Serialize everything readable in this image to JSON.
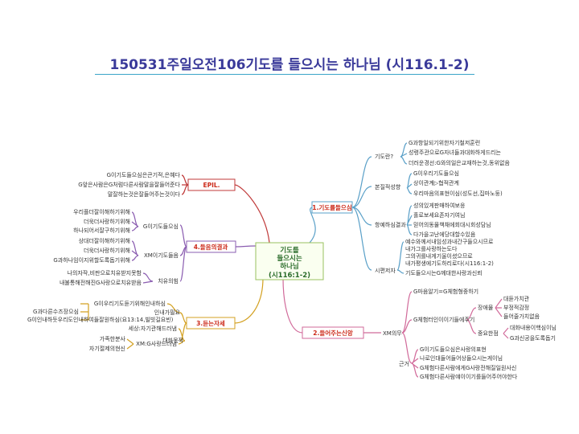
{
  "title": "150531주일오전106기도를 들으시는 하나님 (시116.1-2)",
  "center": {
    "lines": [
      "기도를",
      "들으시는",
      "하나님",
      "(시116:1-2)"
    ]
  },
  "branches": {
    "b1": {
      "label": "1.기도를들으심",
      "groups": [
        {
          "label": "기도란?",
          "items": [
            "G과항일되기위한자기철저훈련",
            "성령주관으로G자녀들과대화하게드리는",
            "더러운경선:G와의일은교재하는것,동위없음"
          ]
        },
        {
          "label": "본질적성향",
          "items": [
            "G이우리기도들으심",
            "상이관계▷협적관계",
            "우리마음의표현이심(성도선,집마노둥)"
          ]
        },
        {
          "label": "항예하심결과",
          "items": [
            "성의있게판매하여보응",
            "홀로보세요존자기여님",
            "믿어의동물책채에회대시회성담님",
            "다가을고난에당대할수있음"
          ]
        },
        {
          "label": "시편저자",
          "items": [
            "예수와께서내임성과내간구들으시므로",
            "내가그를사랑하는도다",
            "그의귀를내게기울이셨으므로",
            "내가평생에기도하리로다(시116:1-2)",
            "기도들으시는G께대한사랑과신뢰"
          ]
        }
      ]
    },
    "b2": {
      "label": "2.들어주는신앙",
      "mid": "XM의무",
      "groups": [
        {
          "label": "",
          "items": [
            "G마음알기=G체험형중하기"
          ]
        },
        {
          "label": "G체험터인이이기들에주기",
          "subgroups": [
            {
              "label": "장애물",
              "items": [
                "대듣가치관",
                "부정적감정",
                "들어줄가치없음"
              ]
            },
            {
              "label": "중요한점",
              "items": [
                "대화내용이핵심이님",
                "G과신공을도록돕기"
              ]
            }
          ]
        },
        {
          "label": "근거",
          "items": [
            "G이기도들으심은사랑의표현",
            "나로인대들어들어상들으시는게이님",
            "G체험다른사람에게G사랑전해질일원사신",
            "G체험다른사람얘이이기를들어주어야한다"
          ]
        }
      ]
    },
    "b3": {
      "label": "3.듣는자세",
      "groups": [
        {
          "label": "인내가필요",
          "items": [
            "G이우리기도듣기위해인내하심",
            "G과다른수즈장으심",
            "G이인내하듯우리도인내하여들잘원하심(요13:14,빌빗길요빈)"
          ]
        },
        {
          "label": "대화목적",
          "items": [
            "세상:자기관해드러냄",
            "XM:G사랑드러냄"
          ],
          "subitems": [
            "가족한분사",
            "자기절제의현신"
          ]
        }
      ]
    },
    "b4": {
      "label": "4.들음의결과",
      "groups": [
        {
          "label": "G이기도들으심",
          "items": [
            "우리플더잘이해하기위해",
            "더욱더사랑하기위해",
            "하나되어서잘구하기위해"
          ]
        },
        {
          "label": "XM이기도들음",
          "items": [
            "상대더잘이해하기위해",
            "더욱더사랑하기위해",
            "G과하나임이지위할도록돕기위해"
          ]
        },
        {
          "label": "치유의힘",
          "items": [
            "나의자작,비판으로치유받지못함",
            "내불통해전해진G사랑으로치유받음"
          ]
        }
      ]
    },
    "epil": {
      "label": "EPIL.",
      "items": [
        "G이기도들으심은큰기적,은혜다",
        "G앞은사람은G처럼다른사람말을잘들어준다",
        "말잘하는것은잘들어주는것이다"
      ]
    }
  }
}
